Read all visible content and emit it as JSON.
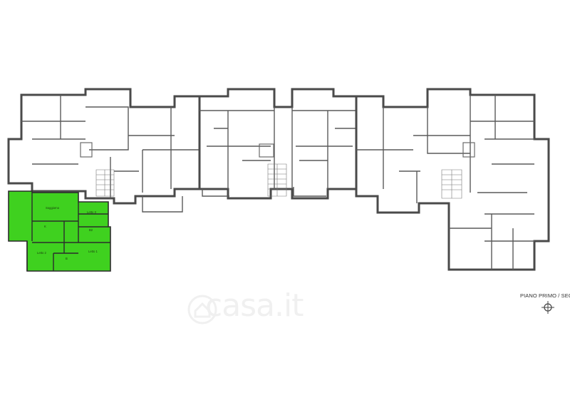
{
  "floor_label": "PIANO PRIMO / SECONI",
  "watermark": "casa.it",
  "rooms": {
    "soggiorno": "Soggiorno",
    "letto3": "Letto 3",
    "letto2": "Letto 2",
    "letto1": "Letto 1",
    "bath": "B2",
    "kitchen": "K",
    "b1": "B"
  },
  "colors": {
    "highlight": "#3fd11f",
    "wall": "#4a4a4a"
  },
  "icons": [
    "north-arrow-icon",
    "casa-logo-icon"
  ]
}
